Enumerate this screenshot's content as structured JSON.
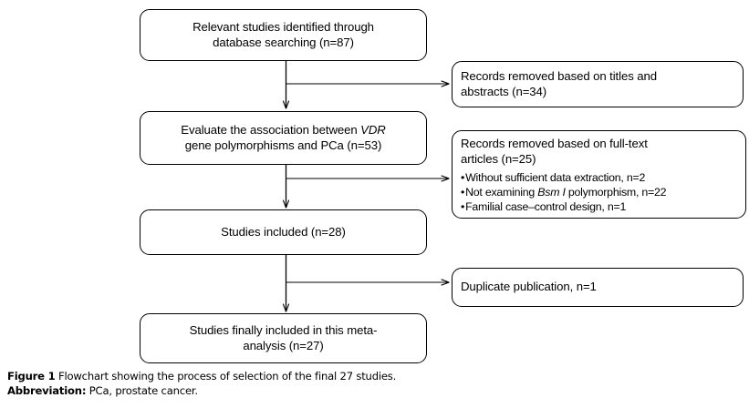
{
  "figure": {
    "boxes": {
      "b1": {
        "line1": "Relevant studies identified through",
        "line2": "database searching (n=87)"
      },
      "b2": {
        "line1_pre": "Evaluate the association between ",
        "line1_em": "VDR",
        "line2": "gene polymorphisms and PCa (n=53)"
      },
      "b3": {
        "line1": "Studies included (n=28)"
      },
      "b4": {
        "line1": "Studies finally included in this meta-",
        "line2": "analysis (n=27)"
      },
      "r1": {
        "line1": "Records removed based on titles and",
        "line2": "abstracts (n=34)"
      },
      "r2": {
        "line1": "Records removed based on full-text",
        "line2": "articles (n=25)",
        "bullet1": "Without sufficient data extraction, n=2",
        "bullet2_pre": "Not examining ",
        "bullet2_em": "Bsm I",
        "bullet2_post": " polymorphism, n=22",
        "bullet3": "Familial case–control design, n=1"
      },
      "r3": {
        "line1": "Duplicate publication, n=1"
      }
    },
    "colors": {
      "stroke": "#000000",
      "background": "#ffffff",
      "text": "#000000"
    }
  },
  "caption": {
    "label": "Figure 1",
    "text": " Flowchart showing the process of selection of the final 27 studies.",
    "abbrev_label": "Abbreviation:",
    "abbrev_text": " PCa, prostate cancer."
  }
}
